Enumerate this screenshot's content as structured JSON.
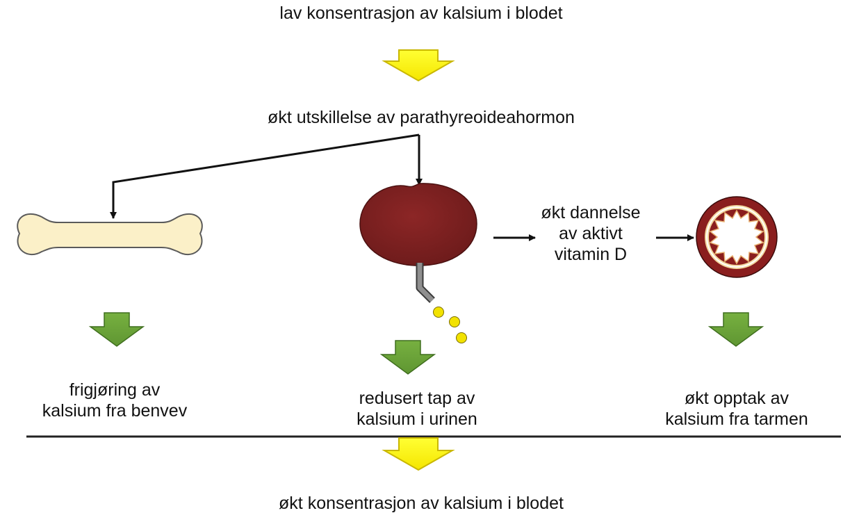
{
  "labels": {
    "top": "lav konsentrasjon av kalsium i blodet",
    "pth": "økt utskillelse av parathyreoideahormon",
    "vitamin_d": [
      "økt dannelse",
      "av aktivt",
      "vitamin D"
    ],
    "bone_effect": [
      "frigjøring av",
      "kalsium fra benvev"
    ],
    "urine_effect": [
      "redusert tap av",
      "kalsium i urinen"
    ],
    "gut_effect": [
      "økt opptak av",
      "kalsium fra tarmen"
    ],
    "bottom": "økt konsentrasjon av kalsium i blodet"
  },
  "icons": {
    "bone": "bone-icon",
    "kidney": "kidney-icon",
    "intestine": "intestine-cross-section-icon",
    "urine_drops": "urine-drops-icon"
  },
  "colors": {
    "yellow_arrow": "#ffff00",
    "green_arrow": "#6aa23a",
    "kidney": "#7a1f1f",
    "bone": "#fbf0c8",
    "intestine_outer": "#8a1e1e",
    "drops": "#f2e200",
    "line": "#111111"
  }
}
